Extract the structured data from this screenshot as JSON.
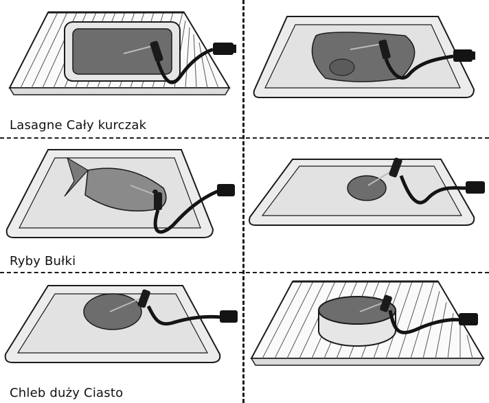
{
  "captions": {
    "row1": "Lasagne Cały kurczak",
    "row2": "Ryby Bułki",
    "row3": "Chleb duży Ciasto"
  },
  "colors": {
    "line": "#1a1a1a",
    "tray": "#ececec",
    "food": "#6d6d6d",
    "probe_cable": "#141414"
  },
  "panels": [
    {
      "food": "lasagne",
      "support": "wire-rack-dish"
    },
    {
      "food": "whole-chicken",
      "support": "baking-tray"
    },
    {
      "food": "fish",
      "support": "baking-tray"
    },
    {
      "food": "bread-rolls",
      "support": "baking-tray"
    },
    {
      "food": "large-bread",
      "support": "baking-tray"
    },
    {
      "food": "cake",
      "support": "wire-rack-round-tin"
    }
  ]
}
